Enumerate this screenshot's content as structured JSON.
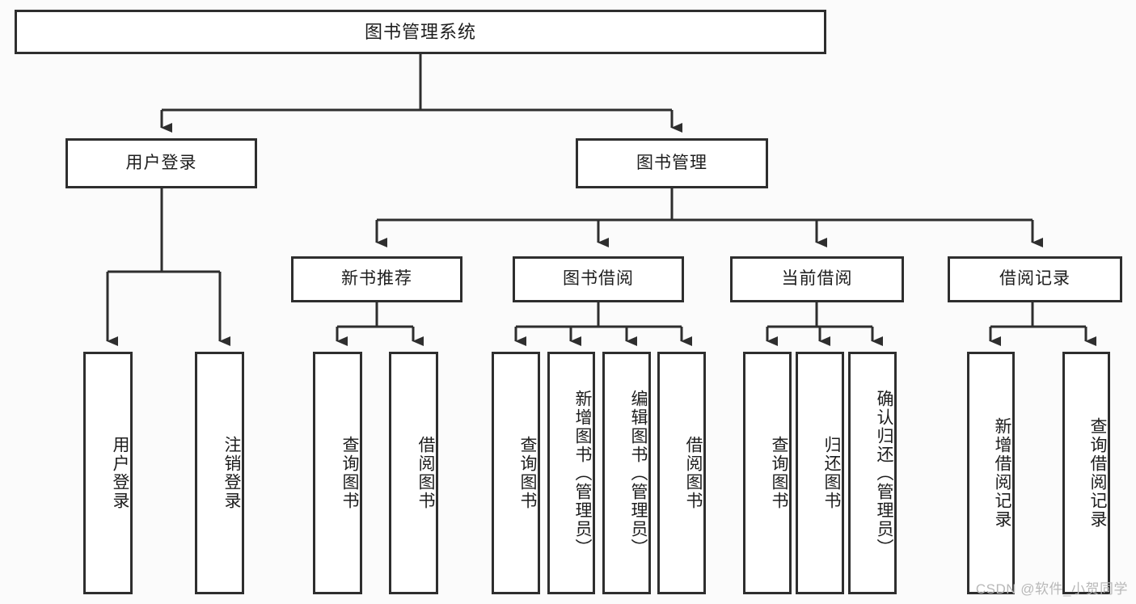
{
  "diagram": {
    "type": "tree",
    "title": "图书管理系统",
    "root": {
      "label": "图书管理系统"
    },
    "level2": [
      {
        "label": "用户登录"
      },
      {
        "label": "图书管理"
      }
    ],
    "level3": [
      {
        "label": "新书推荐"
      },
      {
        "label": "图书借阅"
      },
      {
        "label": "当前借阅"
      },
      {
        "label": "借阅记录"
      }
    ],
    "leaves": {
      "user_login": [
        {
          "label": "用户登录"
        },
        {
          "label": "注销登录"
        }
      ],
      "new_book_recommend": [
        {
          "label": "查询图书"
        },
        {
          "label": "借阅图书"
        }
      ],
      "book_borrow": [
        {
          "label": "查询图书"
        },
        {
          "label": "新增图书（管理员）"
        },
        {
          "label": "编辑图书（管理员）"
        },
        {
          "label": "借阅图书"
        }
      ],
      "current_borrow": [
        {
          "label": "查询图书"
        },
        {
          "label": "归还图书"
        },
        {
          "label": "确认归还（管理员）"
        }
      ],
      "borrow_record": [
        {
          "label": "新增借阅记录"
        },
        {
          "label": "查询借阅记录"
        }
      ]
    }
  },
  "watermark": {
    "text": "CSDN @软件_小贺同学"
  },
  "colors": {
    "line": "#2e2e2e",
    "box_fill": "#ffffff",
    "text": "#1d1d1d",
    "background": "#fbfbfb",
    "watermark": "#b8b8b8"
  }
}
